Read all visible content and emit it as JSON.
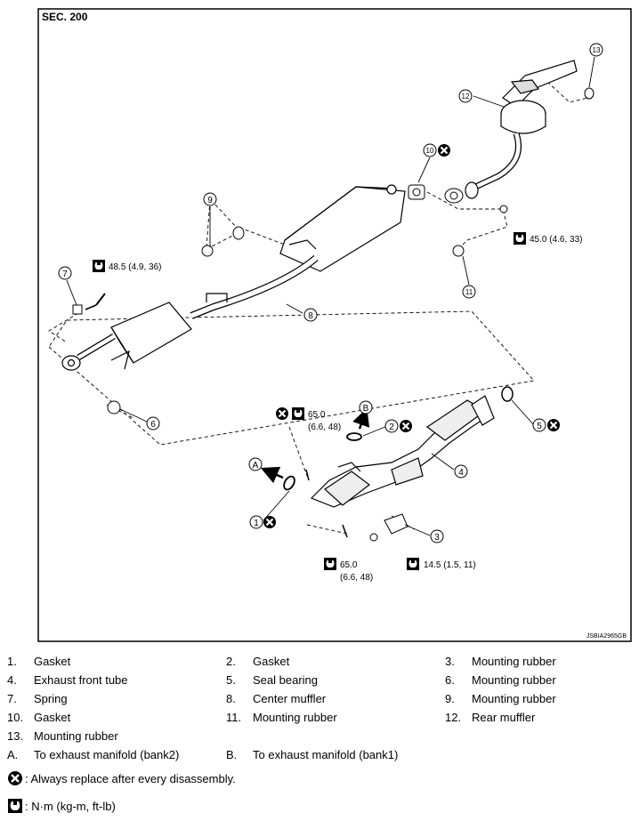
{
  "section_label": "SEC. 200",
  "image_code": "JSBIA2965GB",
  "callouts": {
    "c1": "1",
    "c2": "2",
    "c3": "3",
    "c4": "4",
    "c5": "5",
    "c6": "6",
    "c7": "7",
    "c8": "8",
    "c9": "9",
    "c10": "10",
    "c11": "11",
    "c12": "12",
    "c13": "13",
    "cA": "A",
    "cB": "B"
  },
  "torques": {
    "t_spring": "48.5 (4.9, 36)",
    "t_rear": "45.0 (4.6, 33)",
    "t_upper_a": "65.0",
    "t_upper_b": "(6.6, 48)",
    "t_lower_a": "65.0",
    "t_lower_b": "(6.6, 48)",
    "t_bracket": "14.5 (1.5, 11)"
  },
  "legend": [
    [
      {
        "num": "1.",
        "label": "Gasket"
      },
      {
        "num": "2.",
        "label": "Gasket"
      },
      {
        "num": "3.",
        "label": "Mounting rubber"
      }
    ],
    [
      {
        "num": "4.",
        "label": "Exhaust front tube"
      },
      {
        "num": "5.",
        "label": "Seal bearing"
      },
      {
        "num": "6.",
        "label": "Mounting rubber"
      }
    ],
    [
      {
        "num": "7.",
        "label": "Spring"
      },
      {
        "num": "8.",
        "label": "Center muffler"
      },
      {
        "num": "9.",
        "label": "Mounting rubber"
      }
    ],
    [
      {
        "num": "10.",
        "label": "Gasket"
      },
      {
        "num": "11.",
        "label": "Mounting rubber"
      },
      {
        "num": "12.",
        "label": "Rear muffler"
      }
    ],
    [
      {
        "num": "13.",
        "label": "Mounting rubber"
      }
    ],
    [
      {
        "num": "A.",
        "label": "To exhaust manifold (bank2)"
      },
      {
        "num": "B.",
        "label": "To exhaust manifold (bank1)"
      }
    ]
  ],
  "notes": {
    "replace": ": Always replace after every disassembly.",
    "torque_unit": ": N·m (kg-m, ft-lb)"
  }
}
